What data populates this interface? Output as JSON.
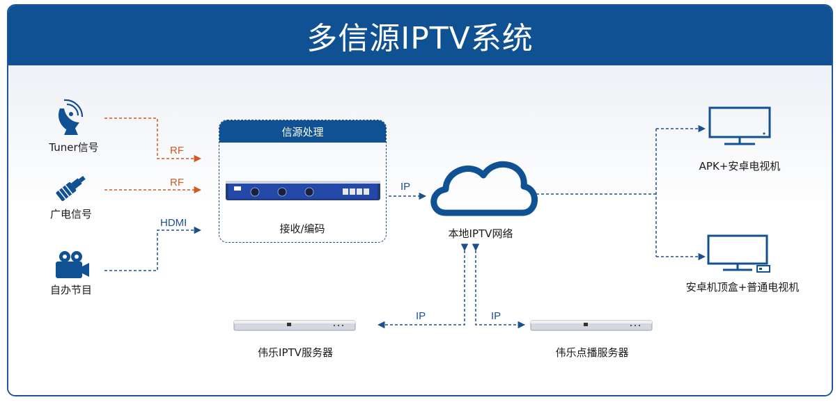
{
  "title": "多信源IPTV系统",
  "sources": {
    "tuner": "Tuner信号",
    "broadcast": "广电信号",
    "self": "自办节目"
  },
  "edges": {
    "rf1": "RF",
    "rf2": "RF",
    "hdmi": "HDMI",
    "ip_main": "IP",
    "ip_left": "IP",
    "ip_right": "IP"
  },
  "box": {
    "header": "信源处理",
    "device_label": "接收/编码"
  },
  "cloud_label": "本地IPTV网络",
  "outputs": {
    "tv1": "APK+安卓电视机",
    "tv2": "安卓机顶盒+普通电视机"
  },
  "servers": {
    "iptv": "伟乐IPTV服务器",
    "vod": "伟乐点播服务器"
  },
  "colors": {
    "header_bg": "#0f5193",
    "line_blue": "#1d4f8f",
    "line_orange": "#d2591f"
  }
}
